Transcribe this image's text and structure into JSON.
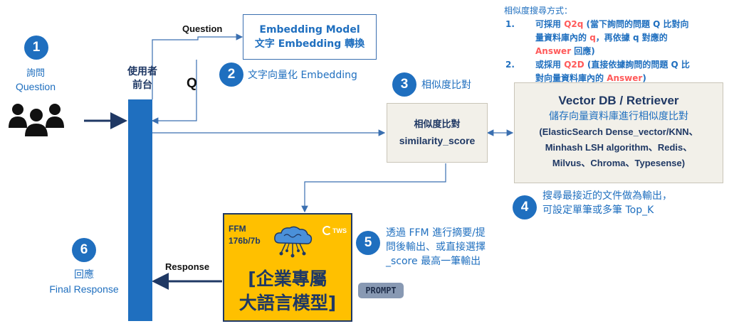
{
  "steps": [
    {
      "number": "1",
      "label_lines": [
        "詢問",
        "Question"
      ]
    },
    {
      "number": "2",
      "label": "文字向量化 Embedding"
    },
    {
      "number": "3",
      "label": "相似度比對"
    },
    {
      "number": "4",
      "label_lines": [
        "搜尋最接近的文件做為輸出，",
        "可設定單筆或多筆 Top_K"
      ]
    },
    {
      "number": "5",
      "label_lines": [
        "透過 FFM 進行摘要/提",
        "問後輸出、或直接選擇",
        "_score 最高一筆輸出"
      ]
    },
    {
      "number": "6",
      "label_lines": [
        "回應",
        "Final Response"
      ]
    }
  ],
  "frontend": {
    "label_lines": [
      "使用者",
      "前台"
    ]
  },
  "arrows": {
    "question": "Question",
    "q": "Q",
    "response": "Response"
  },
  "embedding_box": {
    "line1": "Embedding Model",
    "line2": "文字 Embedding 轉換"
  },
  "similarity_box": {
    "line1": "相似度比對",
    "line2": "similarity_score"
  },
  "vector_db": {
    "title": "Vector DB / Retriever",
    "subtitle": "儲存向量資料庫進行相似度比對",
    "lines": [
      "(ElasticSearch Dense_vector/KNN、",
      "Minhash LSH algorithm、Redis、",
      "Milvus、Chroma、Typesense)"
    ]
  },
  "search_methods": {
    "title": "相似度搜尋方式：",
    "items": [
      {
        "num": "1.",
        "segments": [
          {
            "t": "可採用 ",
            "c": "n"
          },
          {
            "t": "Q2q",
            "c": "r"
          },
          {
            "t": " (當下詢問的問題 Q 比對向",
            "c": "n"
          }
        ],
        "cont": [
          [
            {
              "t": "量資料庫內的 ",
              "c": "n"
            },
            {
              "t": "q",
              "c": "r"
            },
            {
              "t": "，再依據 q 對應的",
              "c": "n"
            }
          ],
          [
            {
              "t": "Answer",
              "c": "r"
            },
            {
              "t": " 回應)",
              "c": "n"
            }
          ]
        ]
      },
      {
        "num": "2.",
        "segments": [
          {
            "t": "或採用 ",
            "c": "n"
          },
          {
            "t": "Q2D",
            "c": "r"
          },
          {
            "t": " (直接依據詢問的問題 Q 比",
            "c": "n"
          }
        ],
        "cont": [
          [
            {
              "t": "對向量資料庫內的 ",
              "c": "n"
            },
            {
              "t": "Answer",
              "c": "r"
            },
            {
              "t": ")",
              "c": "n"
            }
          ]
        ]
      }
    ]
  },
  "ffm_box": {
    "tag_line1": "FFM",
    "tag_line2": "176b/7b",
    "logo": "TWS",
    "title_line1": "[企業專屬",
    "title_line2": "大語言模型]"
  },
  "prompt_badge": "PROMPT",
  "colors": {
    "accent_blue": "#1f6fbf",
    "dark_navy": "#1f3864",
    "highlight_red": "#ff5a5a",
    "ffm_yellow": "#ffc000",
    "box_beige": "#f2f0e9"
  }
}
